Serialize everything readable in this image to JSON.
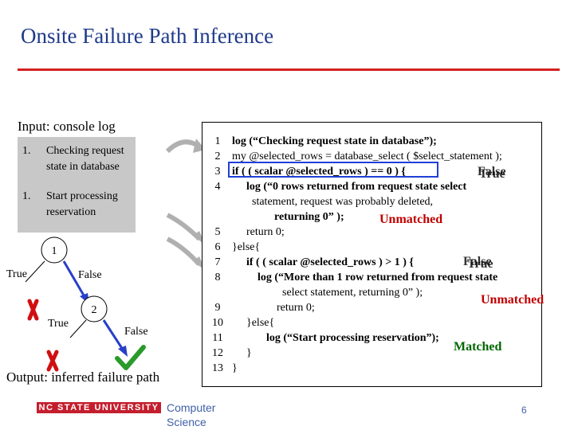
{
  "slide": {
    "title": "Onsite Failure Path Inference",
    "slide_number": "6"
  },
  "input": {
    "label": "Input: console log",
    "items": [
      {
        "number": "1.",
        "text": "Checking request state in database"
      },
      {
        "number": "1.",
        "text": "Start processing reservation"
      }
    ]
  },
  "tree": {
    "node1": "1",
    "node2": "2",
    "edge_true_1": "True",
    "edge_false_1": "False",
    "edge_true_2": "True",
    "edge_false_2": "False"
  },
  "output": {
    "label": "Output: inferred failure path"
  },
  "code": {
    "line_numbers": [
      "1",
      "2",
      "3",
      "4",
      "5",
      "6",
      "7",
      "8",
      "9",
      "10",
      "11",
      "12",
      "13"
    ],
    "lines": [
      "log (“Checking request state in database”);",
      "my @selected_rows = database_select ( $select_statement );",
      "if ( ( scalar @selected_rows ) == 0 ) {",
      "log (“0 rows returned from request state select",
      "statement, request was probably deleted,",
      "returning 0” );",
      "return 0;",
      "}else{",
      "if ( ( scalar @selected_rows ) > 1 ) {",
      "log (“More than 1 row returned from request state",
      "select statement, returning 0” );",
      "return 0;",
      "}else{",
      "log (“Start processing reservation”);",
      "}",
      "}"
    ],
    "markers": {
      "false_label": "False",
      "true_label": "True",
      "unmatched": "Unmatched",
      "matched": "Matched"
    }
  },
  "footer": {
    "university": "NC STATE UNIVERSITY",
    "dept_line1": "Computer",
    "dept_line2": "Science"
  },
  "colors": {
    "title": "#1f3a8a",
    "rule": "#d42020",
    "matched": "#006600",
    "unmatched": "#c00000",
    "highlight": "#1f3fd8",
    "arrow": "#b0b0b0",
    "log_box": "#c8c8c8",
    "logo": "#c41e2e"
  }
}
